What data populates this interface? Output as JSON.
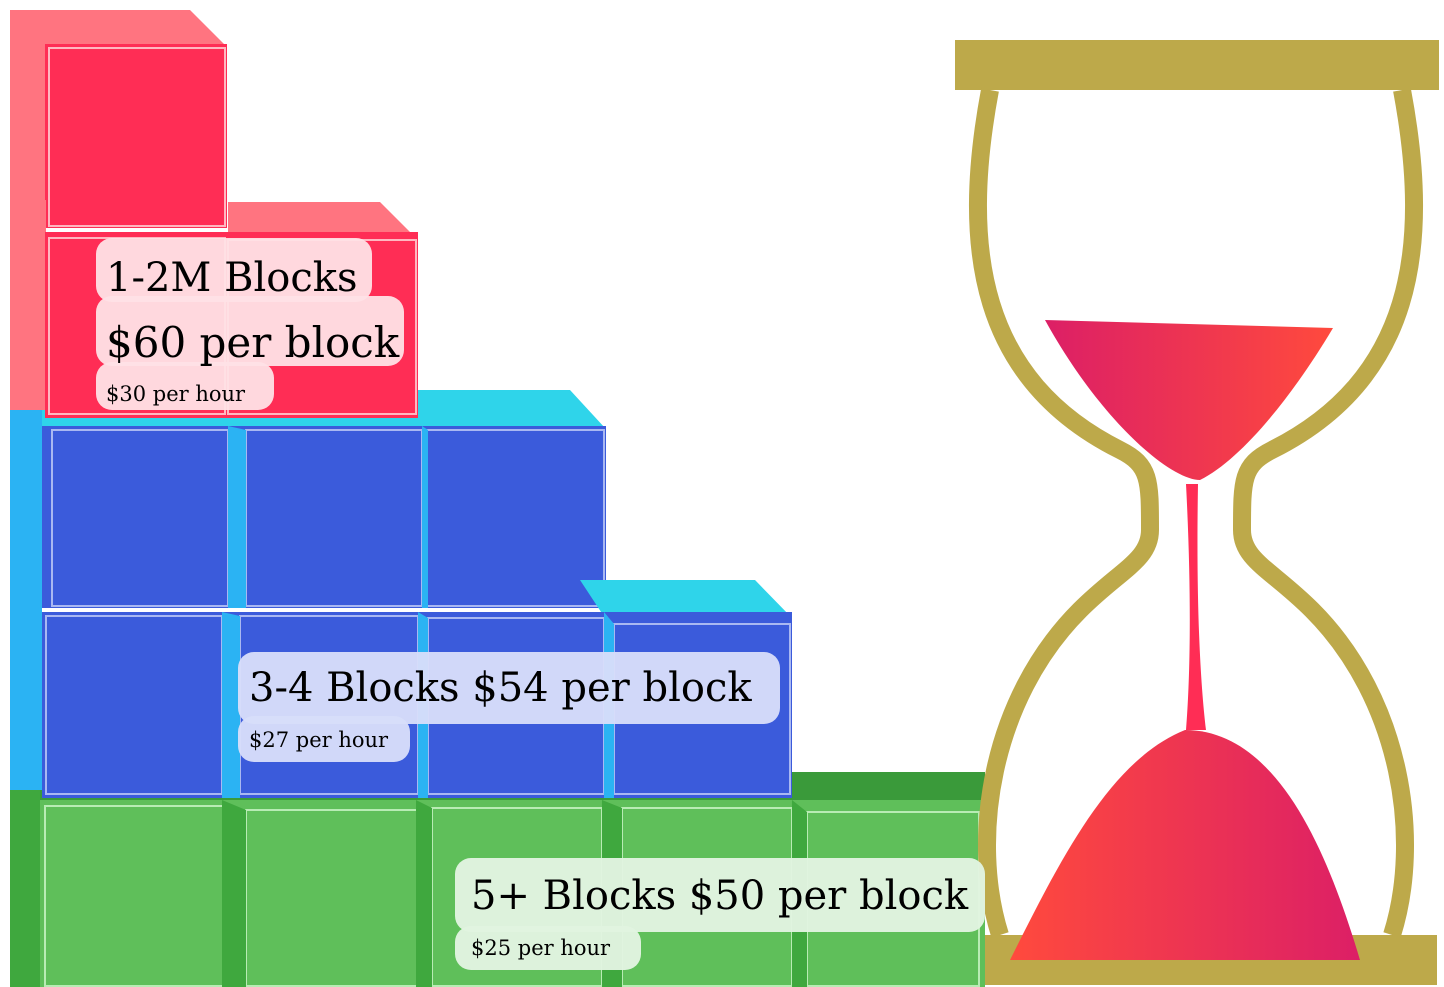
{
  "tiers": [
    {
      "title": "1-2M Blocks",
      "price": "$60 per block",
      "rate": "$30 per hour"
    },
    {
      "title": "3-4  Blocks $54 per block",
      "rate": "$27 per hour"
    },
    {
      "title": "5+  Blocks $50 per block",
      "rate": "$25 per hour"
    }
  ],
  "colors": {
    "red_front": "#ff2d55",
    "red_side": "#ff7480",
    "blue_front": "#3b5bdb",
    "blue_side": "#2bb3f3",
    "blue_top": "#2fd4ea",
    "green_front": "#5fbf5a",
    "green_side": "#3fa83e",
    "green_top": "#3a9a3a",
    "hourglass_frame": "#bda94a",
    "sand_start": "#ff4a3d",
    "sand_end": "#dc1f66"
  },
  "icons": [
    "hourglass-icon"
  ]
}
